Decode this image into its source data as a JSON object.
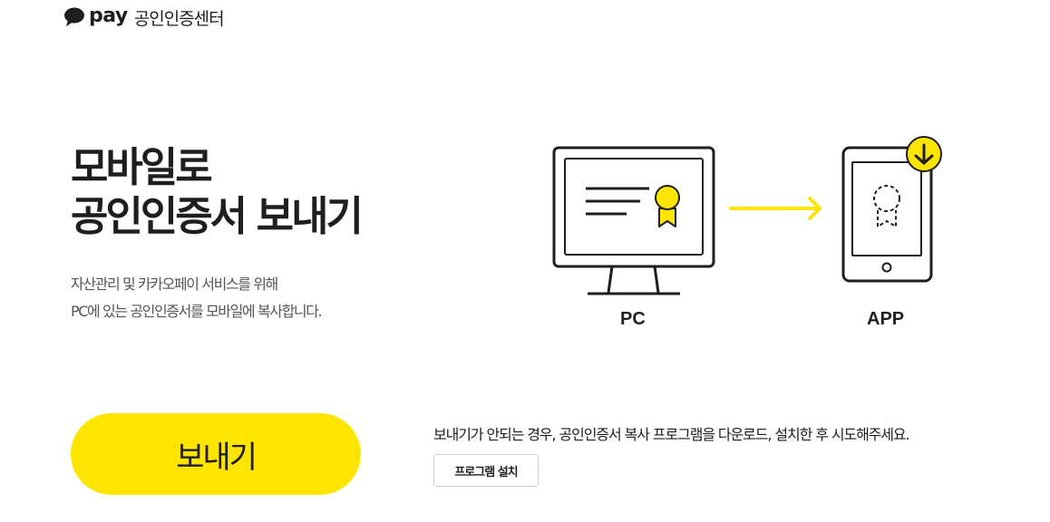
{
  "header": {
    "brand": "pay",
    "service_name": "공인인증센터",
    "logo_icon": "speech-bubble-icon"
  },
  "main": {
    "title_line1": "모바일로",
    "title_line2": "공인인증서 보내기",
    "description_line1": "자산관리 및 카카오페이 서비스를 위해",
    "description_line2": "PC에 있는 공인인증서를 모바일에 복사합니다."
  },
  "illustration": {
    "pc_label": "PC",
    "app_label": "APP",
    "icons": [
      "monitor-icon",
      "certificate-icon",
      "arrow-right-icon",
      "phone-icon",
      "download-badge-icon"
    ]
  },
  "actions": {
    "send_label": "보내기",
    "notice_text": "보내기가 안되는 경우, 공인인증서 복사 프로그램을 다운로드, 설치한 후 시도해주세요.",
    "install_label": "프로그램 설치"
  },
  "colors": {
    "accent": "#fee500",
    "text_dark": "#1e1e1e",
    "text_muted": "#555555"
  }
}
